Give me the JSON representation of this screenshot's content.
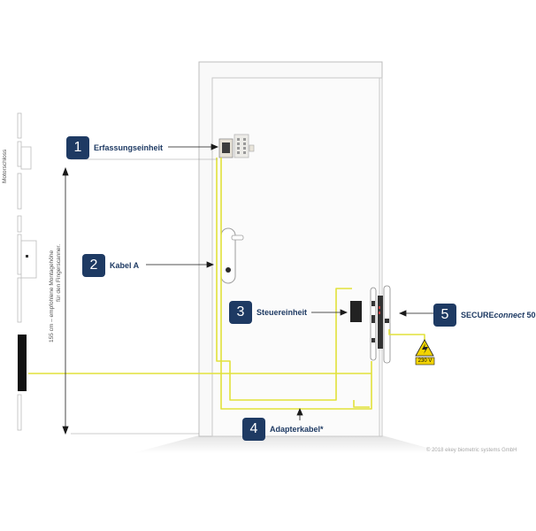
{
  "callouts": [
    {
      "number": "1",
      "label": "Erfassungseinheit"
    },
    {
      "number": "2",
      "label": "Kabel A"
    },
    {
      "number": "3",
      "label": "Steuereinheit"
    },
    {
      "number": "4",
      "label": "Adapterkabel*"
    },
    {
      "number": "5",
      "label_strong": "SECURE",
      "label_em": "connect",
      "label_tail": " 50"
    }
  ],
  "side_label_lock": "Motorschloss",
  "height_note_line1": "155 cm – empfohlene Montagehöhe",
  "height_note_line2": "für den Fingerscanner.",
  "voltage_label": "230 V",
  "copyright": "© 2018 ekey biometric systems GmbH",
  "colors": {
    "navy": "#1e3a63",
    "cable": "#e2e23a",
    "warning": "#f2d300"
  }
}
